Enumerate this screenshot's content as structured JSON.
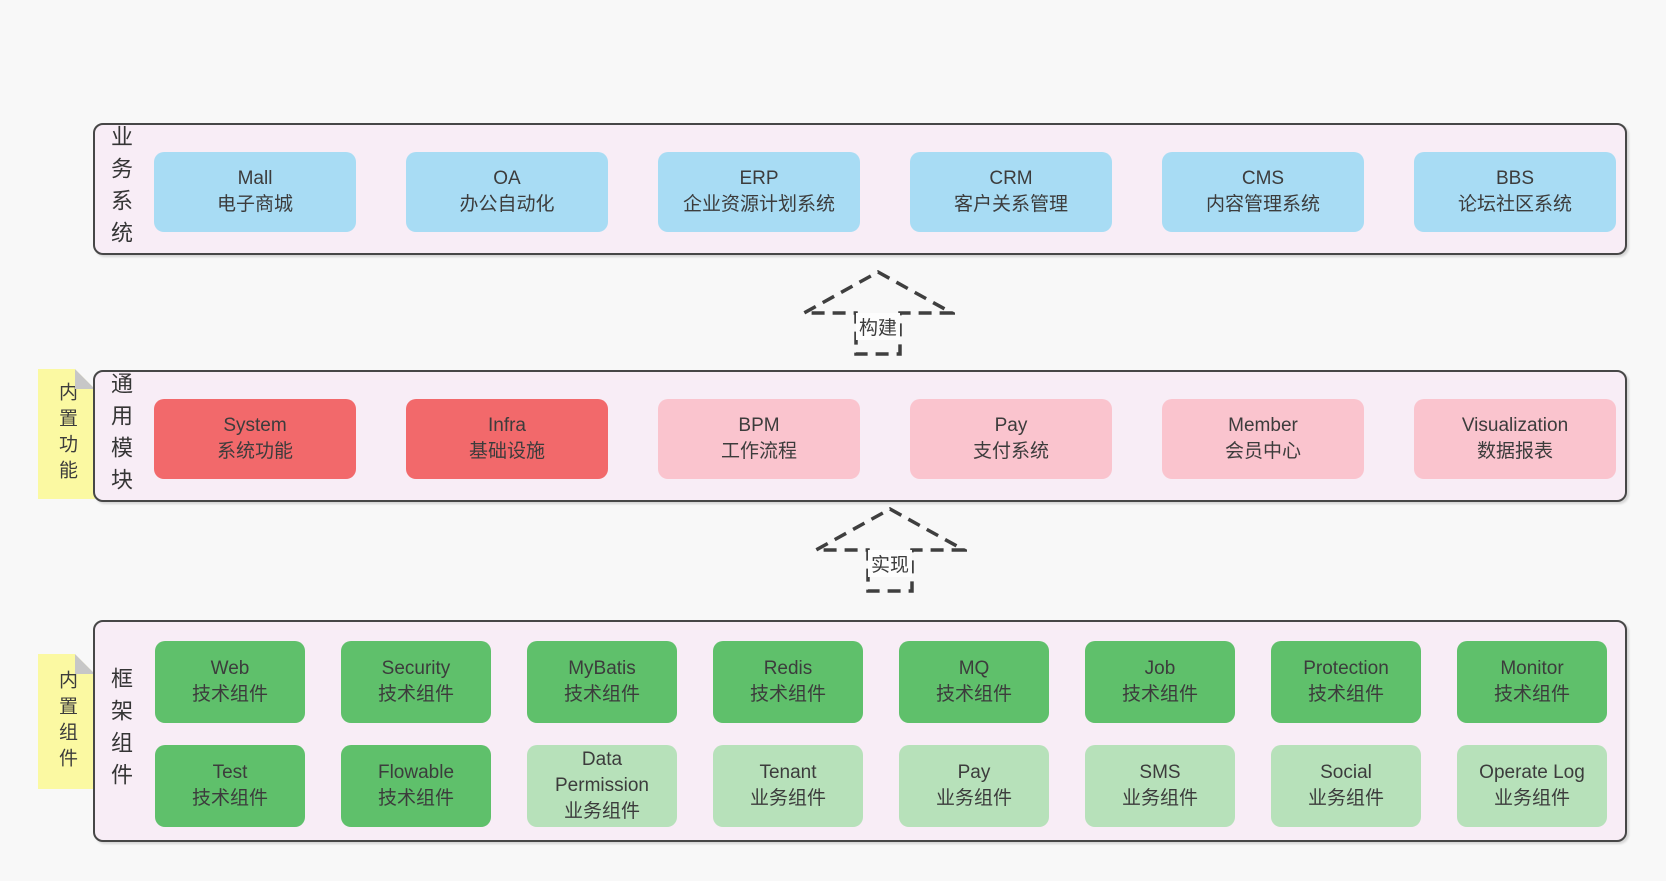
{
  "colors": {
    "page_bg": "#f8f8f8",
    "section_bg": "#f8edf6",
    "section_border": "#474747",
    "blue_box": "#a8dcf4",
    "red_box": "#f2696b",
    "pink_box": "#fac4ce",
    "green_dark_box": "#5fc06b",
    "green_light_box": "#b7e1ba",
    "note_bg": "#fbf9a2",
    "note_fold": "#c7c7c7",
    "text": "#3c3c3c"
  },
  "sections": {
    "business": {
      "label": "业务系统",
      "boxes": [
        {
          "title": "Mall",
          "subtitle": "电子商城"
        },
        {
          "title": "OA",
          "subtitle": "办公自动化"
        },
        {
          "title": "ERP",
          "subtitle": "企业资源计划系统"
        },
        {
          "title": "CRM",
          "subtitle": "客户关系管理"
        },
        {
          "title": "CMS",
          "subtitle": "内容管理系统"
        },
        {
          "title": "BBS",
          "subtitle": "论坛社区系统"
        }
      ]
    },
    "modules": {
      "label": "通用模块",
      "note": "内置功能",
      "boxes": [
        {
          "title": "System",
          "subtitle": "系统功能"
        },
        {
          "title": "Infra",
          "subtitle": "基础设施"
        },
        {
          "title": "BPM",
          "subtitle": "工作流程"
        },
        {
          "title": "Pay",
          "subtitle": "支付系统"
        },
        {
          "title": "Member",
          "subtitle": "会员中心"
        },
        {
          "title": "Visualization",
          "subtitle": "数据报表"
        }
      ]
    },
    "components": {
      "label": "框架组件",
      "note": "内置组件",
      "row1": [
        {
          "title": "Web",
          "subtitle": "技术组件"
        },
        {
          "title": "Security",
          "subtitle": "技术组件"
        },
        {
          "title": "MyBatis",
          "subtitle": "技术组件"
        },
        {
          "title": "Redis",
          "subtitle": "技术组件"
        },
        {
          "title": "MQ",
          "subtitle": "技术组件"
        },
        {
          "title": "Job",
          "subtitle": "技术组件"
        },
        {
          "title": "Protection",
          "subtitle": "技术组件"
        },
        {
          "title": "Monitor",
          "subtitle": "技术组件"
        }
      ],
      "row2": [
        {
          "title": "Test",
          "subtitle": "技术组件"
        },
        {
          "title": "Flowable",
          "subtitle": "技术组件"
        },
        {
          "title": "Data Permission",
          "subtitle": "业务组件"
        },
        {
          "title": "Tenant",
          "subtitle": "业务组件"
        },
        {
          "title": "Pay",
          "subtitle": "业务组件"
        },
        {
          "title": "SMS",
          "subtitle": "业务组件"
        },
        {
          "title": "Social",
          "subtitle": "业务组件"
        },
        {
          "title": "Operate Log",
          "subtitle": "业务组件"
        }
      ]
    }
  },
  "arrows": {
    "build": "构建",
    "implement": "实现"
  }
}
